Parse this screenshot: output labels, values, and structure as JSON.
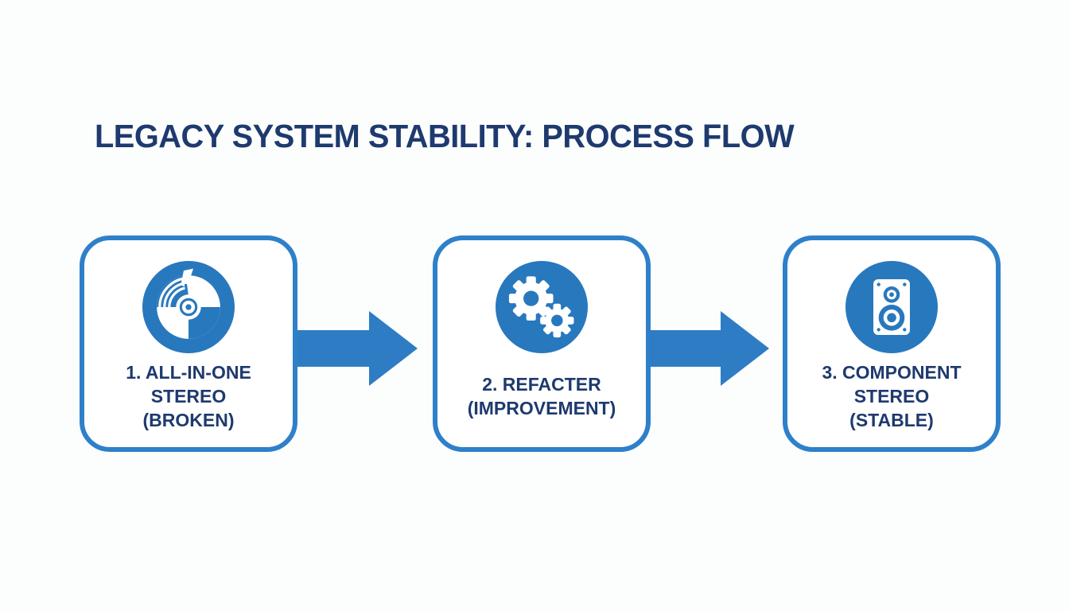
{
  "title": "LEGACY SYSTEM STABILITY: PROCESS FLOW",
  "colors": {
    "background": "#FCFEFE",
    "box_fill": "#FFFFFF",
    "box_border": "#2E80C9",
    "icon_circle_blue": "#2878BE",
    "arrow_blue": "#2E7CC4",
    "text_navy": "#1E3A6E"
  },
  "steps": [
    {
      "icon": "broken-record-icon",
      "lines": [
        "1. ALL-IN-ONE",
        "STEREO",
        "(BROKEN)"
      ],
      "label": "1. ALL-IN-ONE STEREO (BROKEN)"
    },
    {
      "icon": "gears-icon",
      "lines": [
        "2. REFACTER",
        "(IMPROVEMENT)"
      ],
      "label": "2. REFACTER (IMPROVEMENT)"
    },
    {
      "icon": "speaker-icon",
      "lines": [
        "3. COMPONENT",
        "STEREO",
        "(STABLE)"
      ],
      "label": "3. COMPONENT STEREO (STABLE)"
    }
  ],
  "arrows": [
    {
      "name": "arrow-step1-to-step2",
      "direction": "right"
    },
    {
      "name": "arrow-step2-to-step3",
      "direction": "right"
    }
  ]
}
